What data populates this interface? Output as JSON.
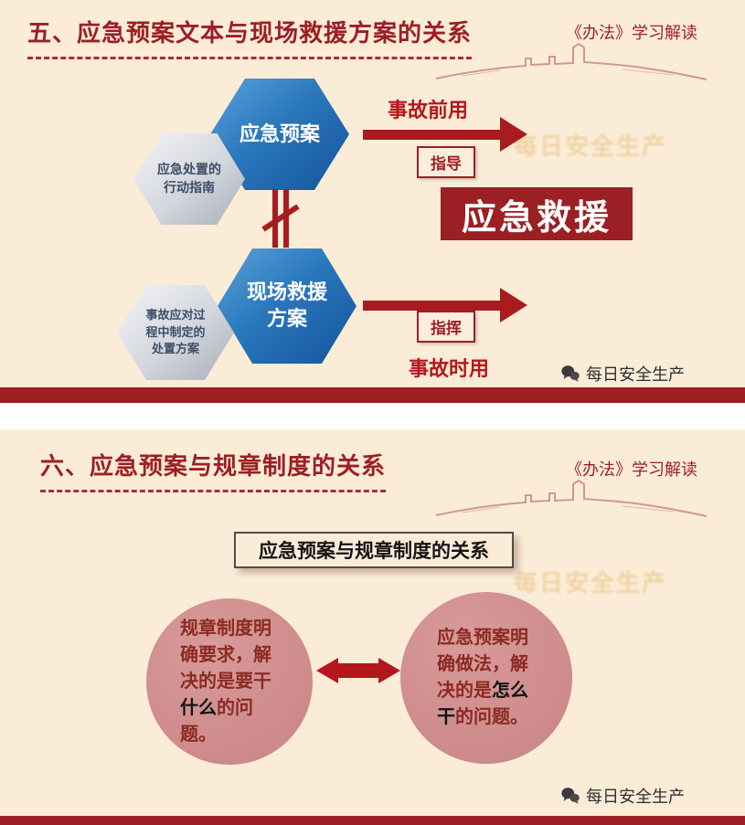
{
  "colors": {
    "background": "#fbecd8",
    "dark_red": "#9c1f24",
    "bright_red": "#b5161b",
    "hex_blue": "#2a77bc",
    "hex_gray": "#cfd3da",
    "circle_pink": "#cf8d8d",
    "gold_watermark": "#d9a43c"
  },
  "slide5": {
    "title": "五、应急预案文本与现场救援方案的关系",
    "corner_note": {
      "book": "《办法》",
      "rest": "学习解读"
    },
    "hex_plan": "应急预案",
    "hex_plan_note": "应急处置的行动指南",
    "hex_rescue": "现场救援方案",
    "hex_rescue_note": "事故应对过程中制定的处置方案",
    "before_label": "事故前用",
    "guide_tag": "指导",
    "rescue_box": "应急救援",
    "command_tag": "指挥",
    "during_label": "事故时用",
    "gold_watermark": "每日安全生产",
    "brand_watermark": "每日安全生产"
  },
  "slide6": {
    "title": "六、应急预案与规章制度的关系",
    "corner_note": {
      "book": "《办法》",
      "rest": "学习解读"
    },
    "box_title": "应急预案与规章制度的关系",
    "left_circle": [
      {
        "text": "规章制度明确要求，解决的是要干",
        "em": false
      },
      {
        "text": "什么",
        "em": true
      },
      {
        "text": "的问题。",
        "em": false
      }
    ],
    "right_circle": [
      {
        "text": "应急预案明确做法，解决的是",
        "em": false
      },
      {
        "text": "怎么干",
        "em": true
      },
      {
        "text": "的问题。",
        "em": false
      }
    ],
    "gold_watermark": "每日安全生产",
    "brand_watermark": "每日安全生产"
  }
}
